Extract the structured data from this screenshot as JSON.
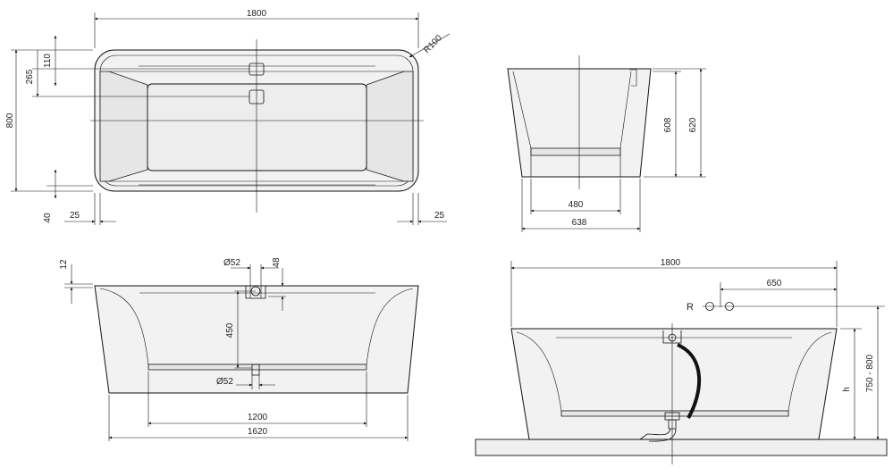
{
  "top_view": {
    "length": "1800",
    "width": "800",
    "radius": "R100",
    "overflow_offset": "110",
    "drain_offset": "265",
    "bottom_gap": "40",
    "left_gap": "25",
    "right_gap": "25"
  },
  "side_view": {
    "inner_bottom": "480",
    "outer_bottom": "638",
    "inner_height": "608",
    "outer_height": "620"
  },
  "front_view": {
    "rim_thickness": "12",
    "overflow_diameter": "Ø52",
    "overflow_height": "48",
    "drain_distance": "450",
    "drain_diameter": "Ø52",
    "inner_length": "1200",
    "outer_length": "1620"
  },
  "install_view": {
    "length": "1800",
    "tap_offset": "650",
    "tap_label": "R",
    "height_label": "h",
    "floor_height": "750 - 800"
  }
}
